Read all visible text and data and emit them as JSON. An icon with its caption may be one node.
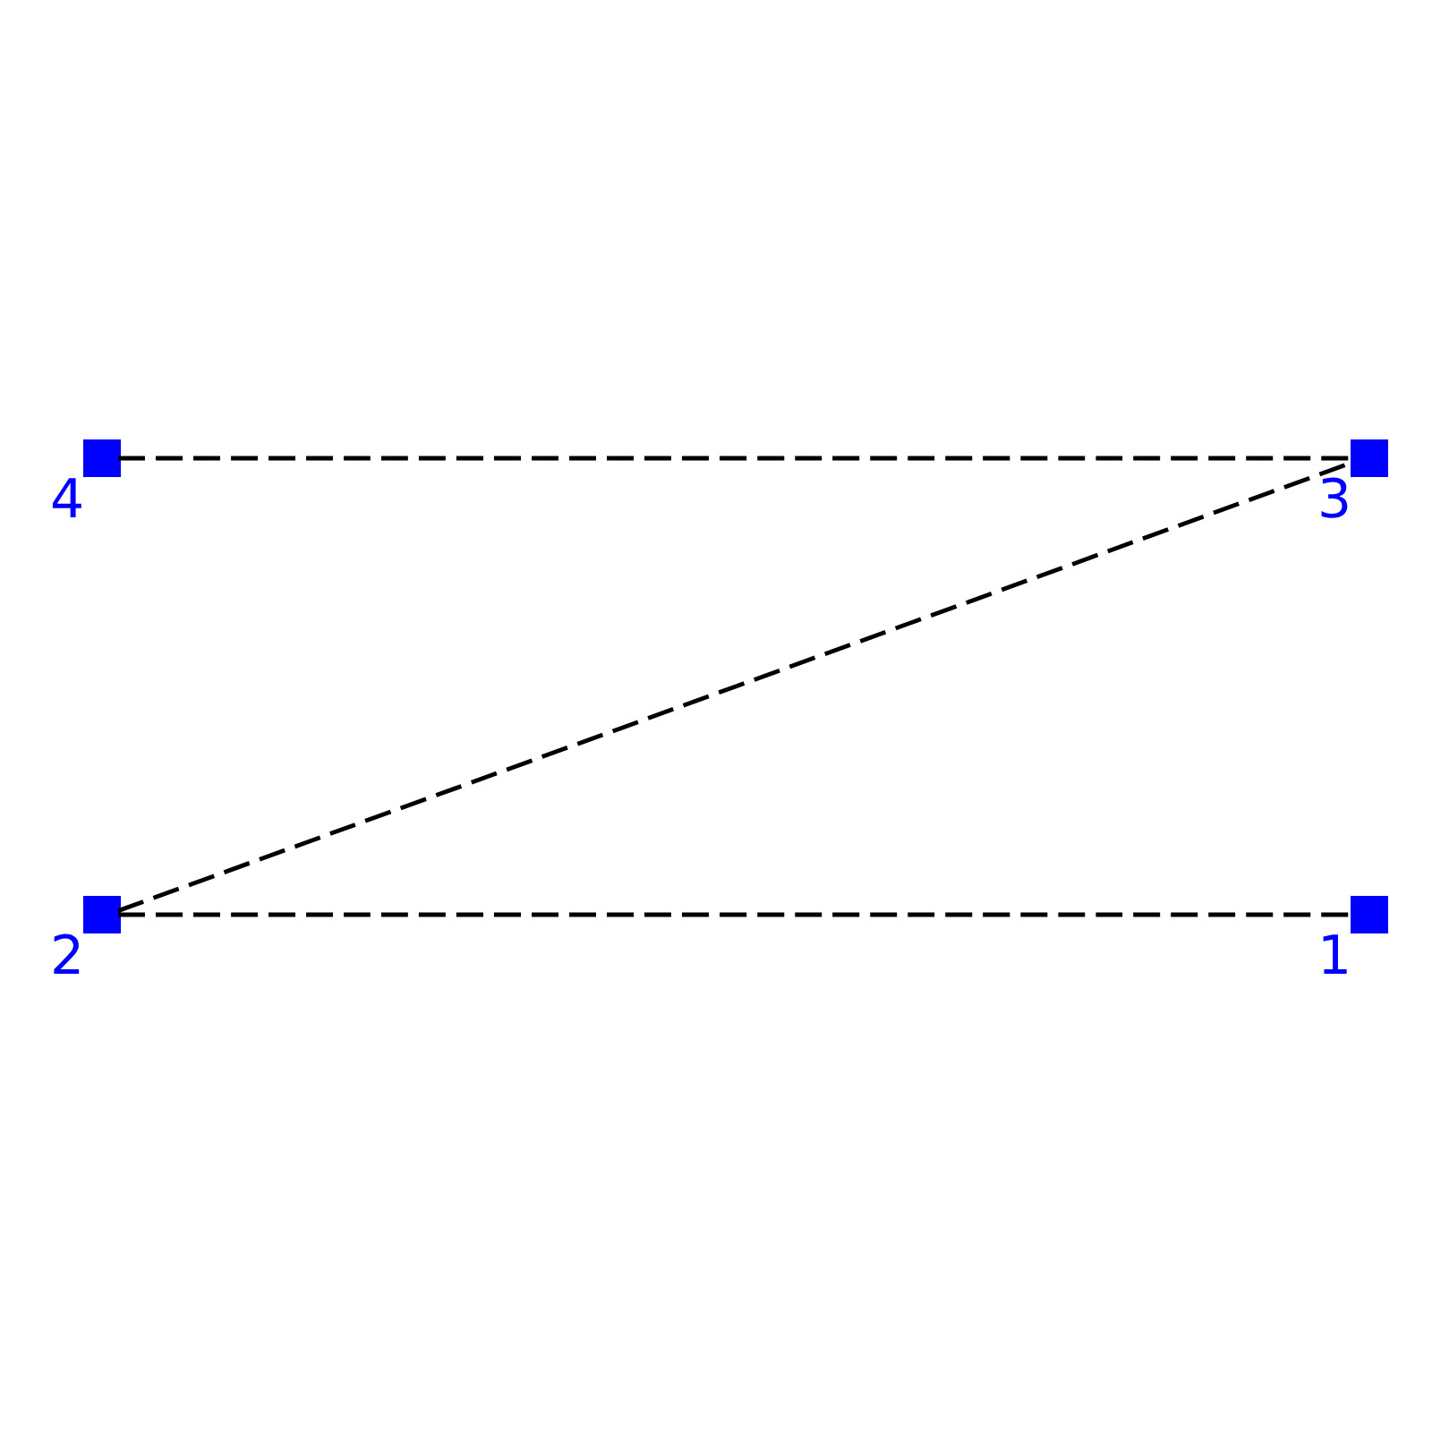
{
  "diagram": {
    "nodes": [
      {
        "text": [],
        "shape": "box",
        "beside": [
          "4"
        ]
      },
      {
        "text": [],
        "shape": "box",
        "beside": [
          "2"
        ]
      },
      {
        "text": [],
        "shape": "box",
        "beside": [
          "3"
        ]
      },
      {
        "text": [],
        "shape": "box",
        "beside": [
          "1"
        ]
      }
    ],
    "edges": [
      {
        "from": 0,
        "to": 2,
        "arrow": "none",
        "style": "dashed"
      },
      {
        "from": 1,
        "to": 2,
        "arrow": "none",
        "style": "dashed"
      },
      {
        "from": 1,
        "to": 3,
        "arrow": "none",
        "style": "dashed"
      }
    ]
  }
}
